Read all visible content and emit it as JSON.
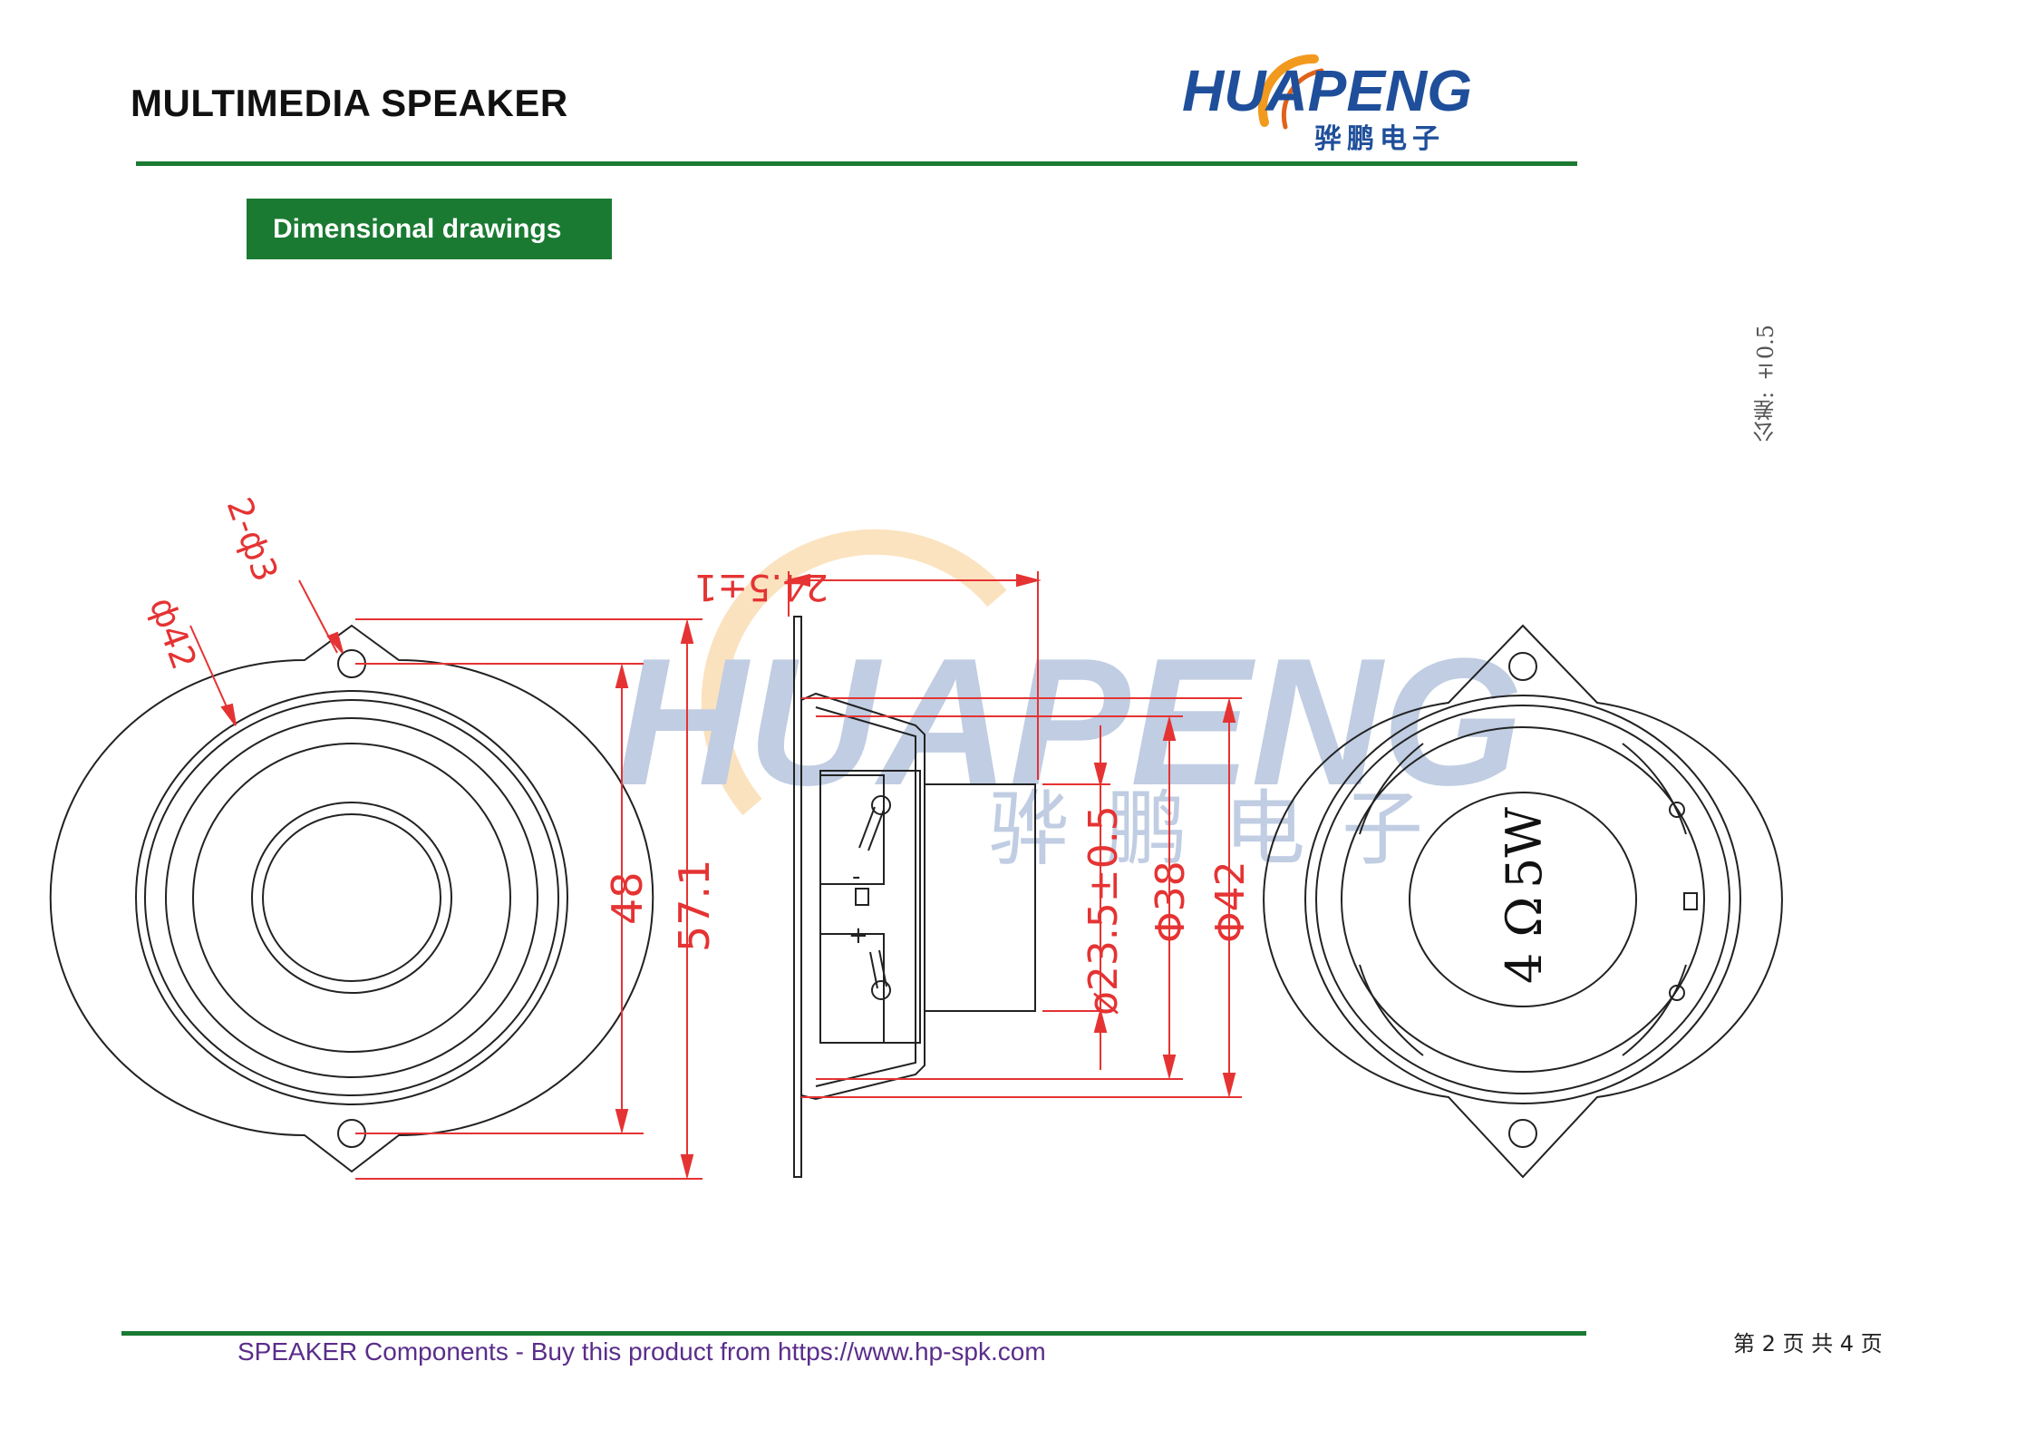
{
  "header": {
    "title": "MULTIMEDIA SPEAKER",
    "logo_text_en": "HUAPENG",
    "logo_text_cn": "骅鹏电子"
  },
  "section": {
    "label": "Dimensional drawings"
  },
  "drawing": {
    "tolerance_note": "公差: ±0.5",
    "front_view": {
      "hole_callout": "2-ф3",
      "diameter_callout": "ф42",
      "dim_hole_spacing": "48",
      "dim_overall_height": "57.1"
    },
    "side_view": {
      "dim_depth": "24.5±1",
      "dim_magnet_dia": "ø23.5±0.5",
      "dim_frame_dia": "Φ38",
      "dim_outer_dia": "Φ42"
    },
    "rear_view": {
      "label_impedance": "4 Ω",
      "label_power": "5W"
    },
    "terminal_plus": "+",
    "terminal_minus": "-"
  },
  "watermark": {
    "text_en": "HUAPENG",
    "text_cn": "骅鹏电子"
  },
  "footer": {
    "link_text": "SPEAKER Components - Buy this product from https://www.hp-spk.com",
    "page_label": "第 2 页 共 4 页"
  },
  "colors": {
    "brand_green": "#1a7a32",
    "dimension_red": "#e53333",
    "logo_blue": "#1f4f9a",
    "logo_orange": "#f29a1e",
    "footer_purple": "#5a2d8a"
  }
}
